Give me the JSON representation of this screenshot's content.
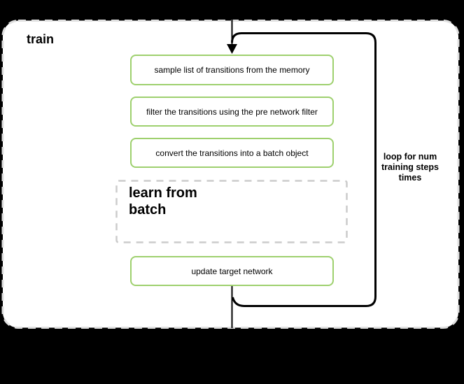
{
  "diagram": {
    "frame_title": "train",
    "nodes": [
      {
        "id": "sample",
        "label": "sample list of transitions from the memory"
      },
      {
        "id": "filter",
        "label": "filter the transitions using the pre network filter"
      },
      {
        "id": "convert",
        "label": "convert the transitions into a batch object"
      },
      {
        "id": "update",
        "label": "update target network"
      }
    ],
    "group": {
      "label": "learn from batch",
      "line1": "learn from",
      "line2": "batch"
    },
    "loop_annotation": {
      "label": "loop for num training steps times",
      "line1": "loop for num",
      "line2": "training steps",
      "line3": "times"
    },
    "colors": {
      "background": "#000000",
      "frame_fill": "#ffffff",
      "frame_dashed_border": "#e0e0e0",
      "node_border_green": "#9ed06e",
      "group_dashed_border": "#cccccc",
      "loop_border": "#000000",
      "text": "#000000"
    }
  }
}
